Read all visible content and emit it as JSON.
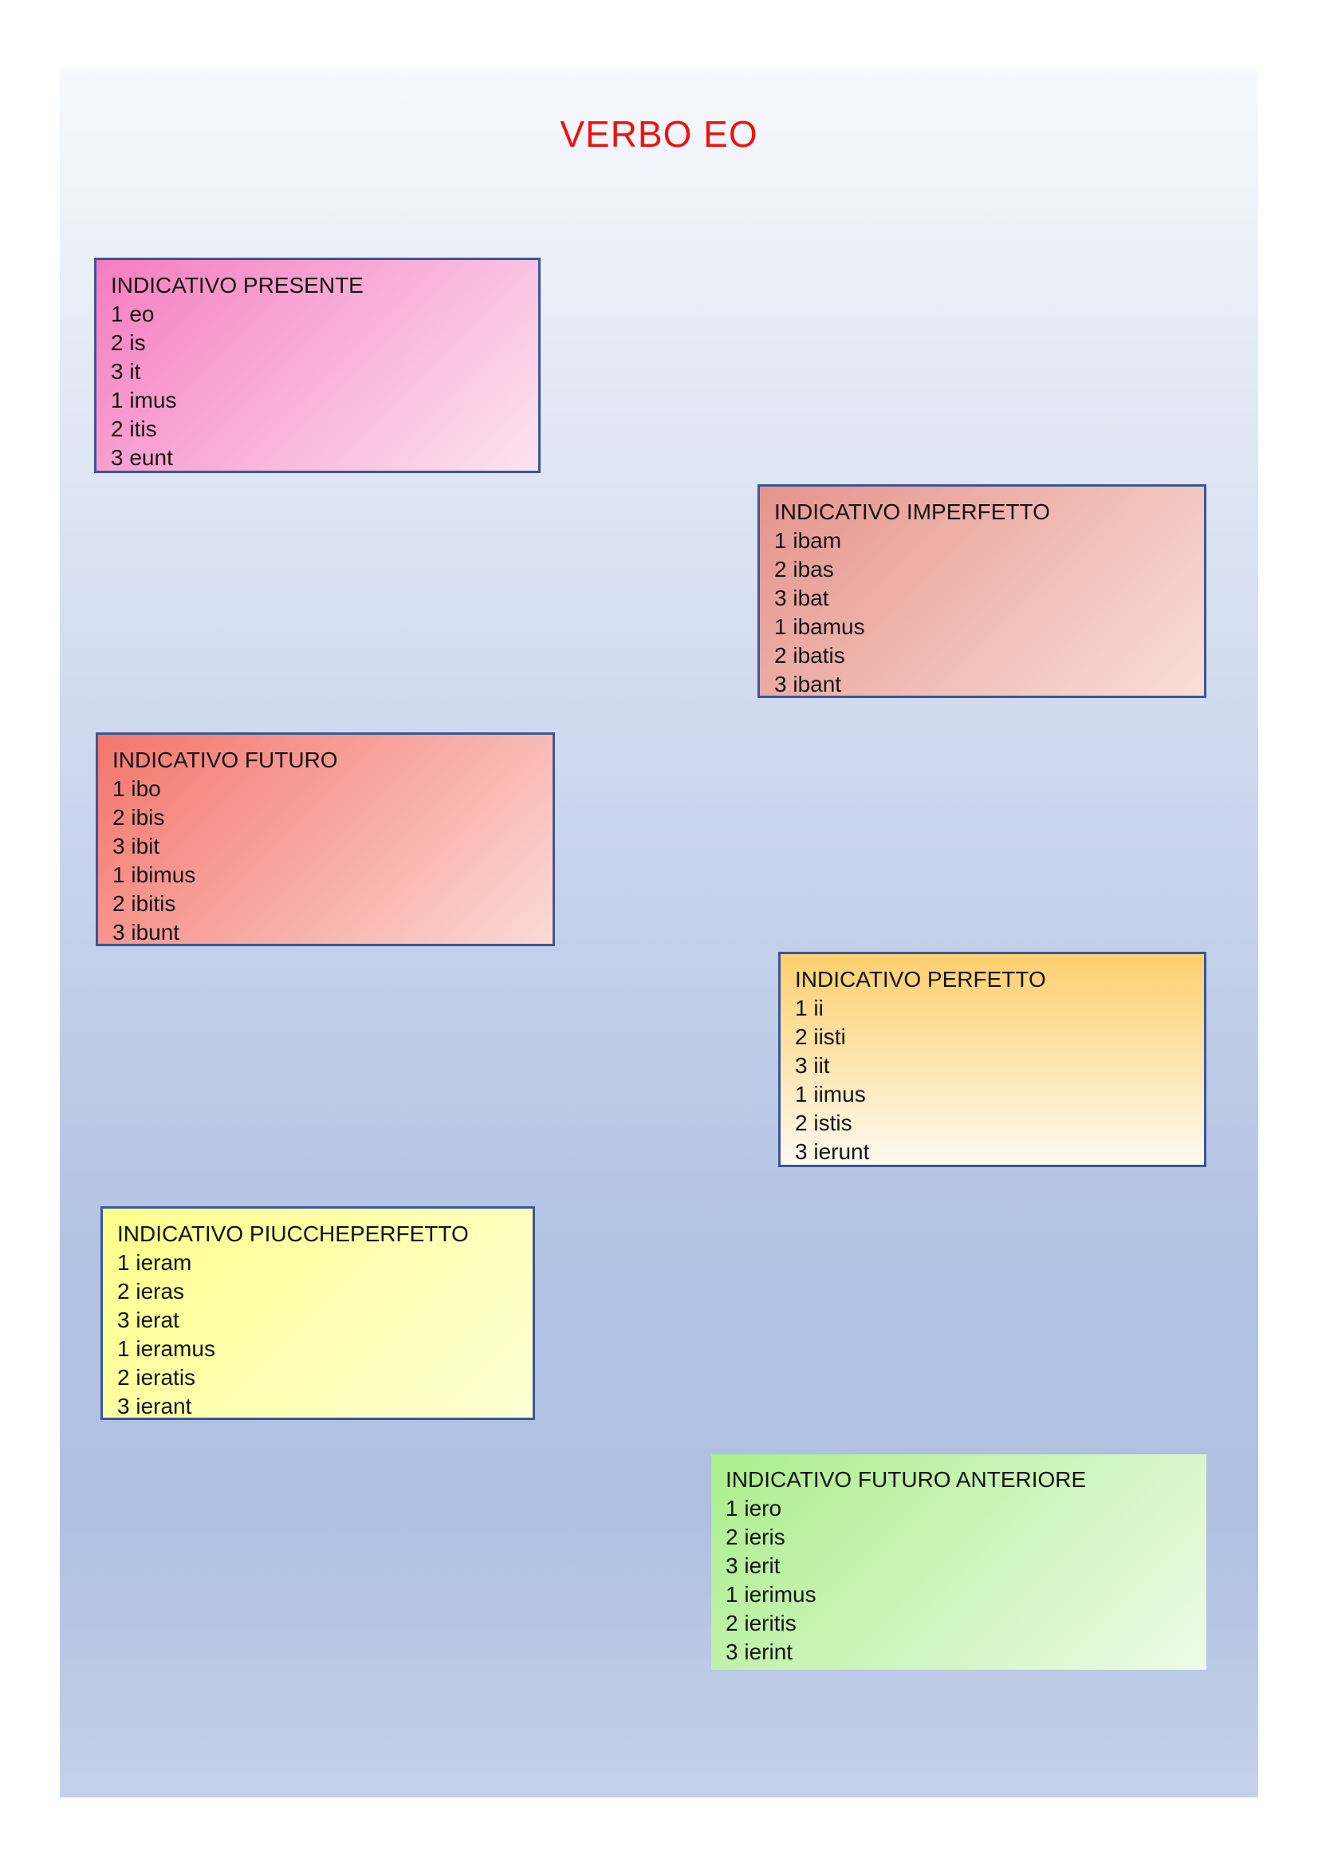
{
  "page": {
    "title": "VERBO EO",
    "title_color": "#ea140e"
  },
  "colors": {
    "box_border": "#3a5795",
    "background_top": "#f7f9fd",
    "background_bottom": "#c5d1ea"
  },
  "boxes": [
    {
      "name": "indicativo-presente",
      "title": "INDICATIVO PRESENTE",
      "lines": [
        "1 eo",
        "2 is",
        "3 it",
        "1 imus",
        "2 itis",
        "3 eunt"
      ],
      "color_start": "#f57cc0",
      "color_end": "#fce4f1",
      "gradient_direction": "diagonal",
      "bordered": true
    },
    {
      "name": "indicativo-imperfetto",
      "title": "INDICATIVO IMPERFETTO",
      "lines": [
        "1 ibam",
        "2 ibas",
        "3 ibat",
        "1 ibamus",
        "2 ibatis",
        "3 ibant"
      ],
      "color_start": "#e5948b",
      "color_end": "#f9ded9",
      "gradient_direction": "diagonal",
      "bordered": true
    },
    {
      "name": "indicativo-futuro",
      "title": "INDICATIVO FUTURO",
      "lines": [
        "1 ibo",
        "2 ibis",
        "3 ibit",
        "1 ibimus",
        "2 ibitis",
        "3 ibunt"
      ],
      "color_start": "#f4756c",
      "color_end": "#fbdad6",
      "gradient_direction": "diagonal",
      "bordered": true
    },
    {
      "name": "indicativo-perfetto",
      "title": "INDICATIVO PERFETTO",
      "lines": [
        "1 ii",
        "2 iisti",
        "3 iit",
        "1 iimus",
        "2 istis",
        "3 ierunt"
      ],
      "color_start": "#fccf6d",
      "color_end": "#fefaf0",
      "gradient_direction": "vertical",
      "bordered": true
    },
    {
      "name": "indicativo-piuccheperfetto",
      "title": "INDICATIVO PIUCCHEPERFETTO",
      "lines": [
        "1 ieram",
        "2 ieras",
        "3 ierat",
        "1 ieramus",
        "2 ieratis",
        "3 ierant"
      ],
      "color_start": "#fdff8a",
      "color_end": "#feffd4",
      "gradient_direction": "diagonal",
      "bordered": true
    },
    {
      "name": "indicativo-futuro-anteriore",
      "title": "INDICATIVO FUTURO ANTERIORE",
      "lines": [
        "1 iero",
        "2 ieris",
        "3 ierit",
        "1 ierimus",
        "2 ieritis",
        "3 ierint"
      ],
      "color_start": "#abee8c",
      "color_end": "#edfbe7",
      "gradient_direction": "diagonal",
      "bordered": false
    }
  ]
}
